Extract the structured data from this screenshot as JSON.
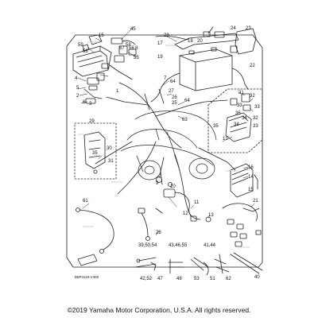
{
  "callouts": {
    "45": "45",
    "15": "15",
    "28": "28",
    "24": "24",
    "23": "23",
    "18": "18",
    "20": "20",
    "17": "17",
    "19": "19",
    "58": "58",
    "57": "57",
    "56": "56",
    "59": "59",
    "55": "55",
    "58b": "58",
    "8": "8",
    "22": "22",
    "64": "64",
    "7": "7",
    "27": "27",
    "26": "26",
    "25": "25",
    "4": "4",
    "5": "5",
    "1": "1",
    "2": "2",
    "3": "3",
    "6": "6",
    "31": "31",
    "32": "32",
    "33": "33",
    "33b": "33",
    "36": "36",
    "34": "34",
    "34b": "34",
    "33c": "33",
    "32b": "32",
    "35": "35",
    "13": "13",
    "29": "29",
    "30": "30",
    "31b": "31",
    "16": "16",
    "14": "14",
    "9": "9",
    "10": "10",
    "11": "11",
    "12": "12",
    "61": "61",
    "21": "21",
    "63": "63",
    "62": "62",
    "28b": "28",
    "39": "39,50,54",
    "43": "43,46,55",
    "41": "41,44",
    "40": "40",
    "42": "42,52",
    "47": "47",
    "48": "48",
    "53": "53",
    "51": "51",
    "62b": "62"
  },
  "plate_code": "B5P4110-V450",
  "copyright": "©2019 Yamaha Motor Corporation, U.S.A. All rights reserved."
}
